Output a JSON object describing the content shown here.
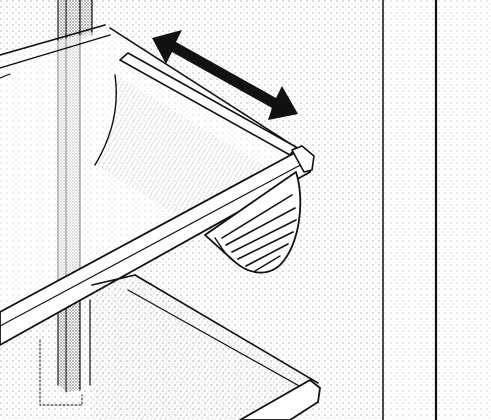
{
  "illustration": {
    "subject": "refrigerator-shelf-diagram",
    "line_color": "#111111",
    "stipple_color": "#777777",
    "background": "#ffffff",
    "arrow": {
      "direction": "bidirectional",
      "meaning": "slide-shelf-in-out"
    }
  }
}
